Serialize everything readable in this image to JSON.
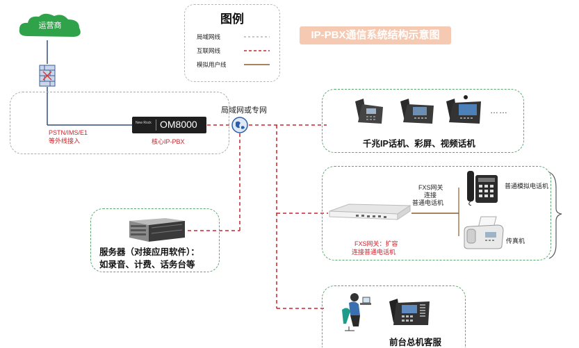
{
  "legend": {
    "title": "图例",
    "items": [
      {
        "label": "局域网线",
        "style": "lan"
      },
      {
        "label": "互联网线",
        "style": "internet"
      },
      {
        "label": "模拟用户线",
        "style": "analog"
      }
    ]
  },
  "diagram_title": "IP-PBX通信系统结构示意图",
  "carrier": "运营商",
  "pstn": {
    "line1": "PSTN/IMS/E1",
    "line2": "等外线接入"
  },
  "pbx": {
    "brand": "New Rock",
    "model": "OM8000",
    "caption": "核心IP-PBX"
  },
  "network_label": "局域网或专网",
  "ip_phones": {
    "more": "……",
    "caption": "千兆IP话机、彩屏、视频话机"
  },
  "fxs": {
    "top_label": {
      "line1": "FXS网关",
      "line2": "连接",
      "line3": "普通电话机"
    },
    "bottom_label": {
      "line1": "FXS网关：扩容",
      "line2": "连接普通电话机"
    },
    "analog_phone": "普通模拟电话机",
    "fax": "传真机"
  },
  "server": {
    "line1": "服务器（对接应用软件）：",
    "line2": "如录音、计费、话务台等"
  },
  "reception": {
    "caption": "前台总机客服"
  },
  "colors": {
    "lan": "#9aa7b5",
    "internet": "#c8242b",
    "analog": "#8b5a2b",
    "title_bg": "#f6c9b3",
    "title_text": "#ffffff",
    "border_green": "#5aa76e"
  }
}
